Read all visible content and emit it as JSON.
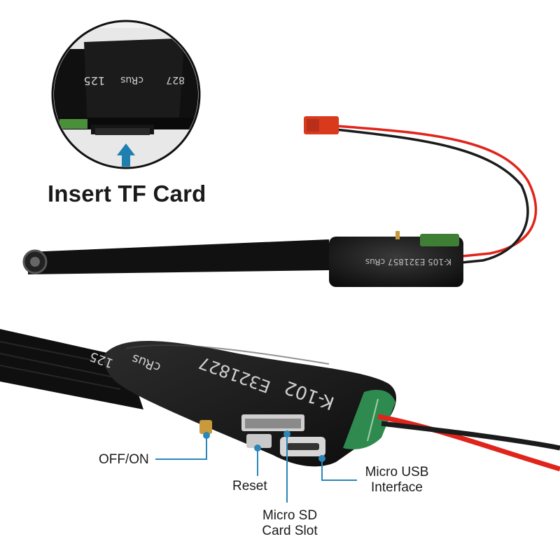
{
  "title": "Insert TF Card",
  "zoom_markings": {
    "left": "125",
    "mid": "cRus",
    "right": "827"
  },
  "small_module_markings": "K-105 E321857 cRus",
  "large_module_markings": {
    "model": "K-102",
    "cert": "E321827",
    "ul": "cRus",
    "code": "125"
  },
  "callouts": {
    "off_on": "OFF/ON",
    "reset": "Reset",
    "sd_line1": "Micro SD",
    "sd_line2": "Card Slot",
    "usb_line1": "Micro USB",
    "usb_line2": "Interface"
  },
  "colors": {
    "accent": "#2a87b8",
    "arrow": "#1f7fb0",
    "wire_red": "#e0241b",
    "wire_black": "#1b1b1b"
  }
}
